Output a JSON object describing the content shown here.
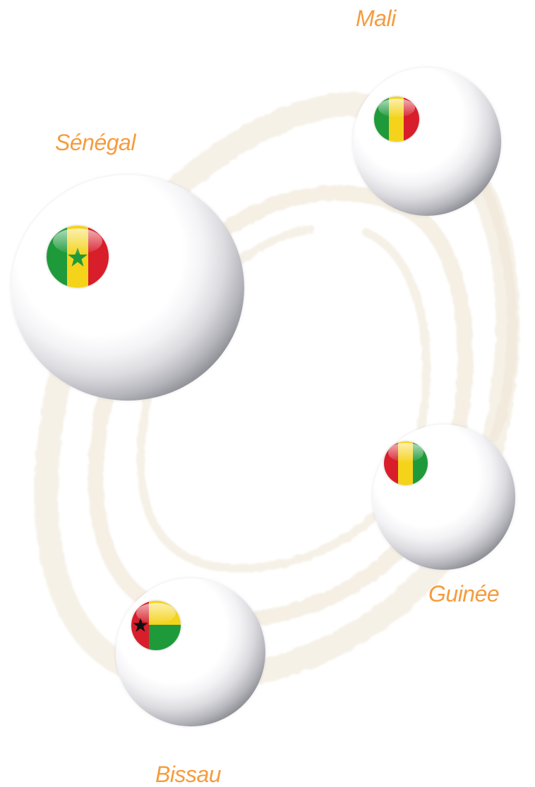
{
  "labels": {
    "mali": "Mali",
    "senegal": "Sénégal",
    "guinee": "Guinée",
    "bissau": "Bissau"
  },
  "colors": {
    "label": "#f59c3e",
    "swirl": "#eadcc4",
    "flag_green": "#1e9a3b",
    "flag_yellow": "#f4d31a",
    "flag_red": "#d81e2a",
    "flag_black_star": "#111111"
  },
  "icons": {
    "mali": "mali-flag-icon",
    "senegal": "senegal-flag-icon",
    "guinee": "guinea-flag-icon",
    "bissau": "guinea-bissau-flag-icon"
  }
}
